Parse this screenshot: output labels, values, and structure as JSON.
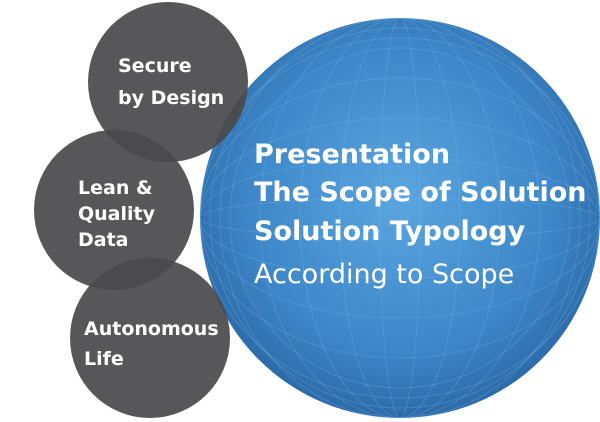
{
  "globe": {
    "lines": [
      "Presentation",
      "The Scope of Solution",
      "Solution Typology"
    ],
    "subtitle": "According to Scope",
    "color": "#3a82c4"
  },
  "bubbles": [
    {
      "lines": [
        "Secure",
        "by Design"
      ]
    },
    {
      "lines": [
        "Lean &",
        "Quality",
        "Data"
      ]
    },
    {
      "lines": [
        "Autonomous",
        "Life"
      ]
    }
  ],
  "colors": {
    "bubble": "#4a4a4c",
    "globe_light": "#5aa3dd",
    "globe_dark": "#2e6fb0"
  }
}
